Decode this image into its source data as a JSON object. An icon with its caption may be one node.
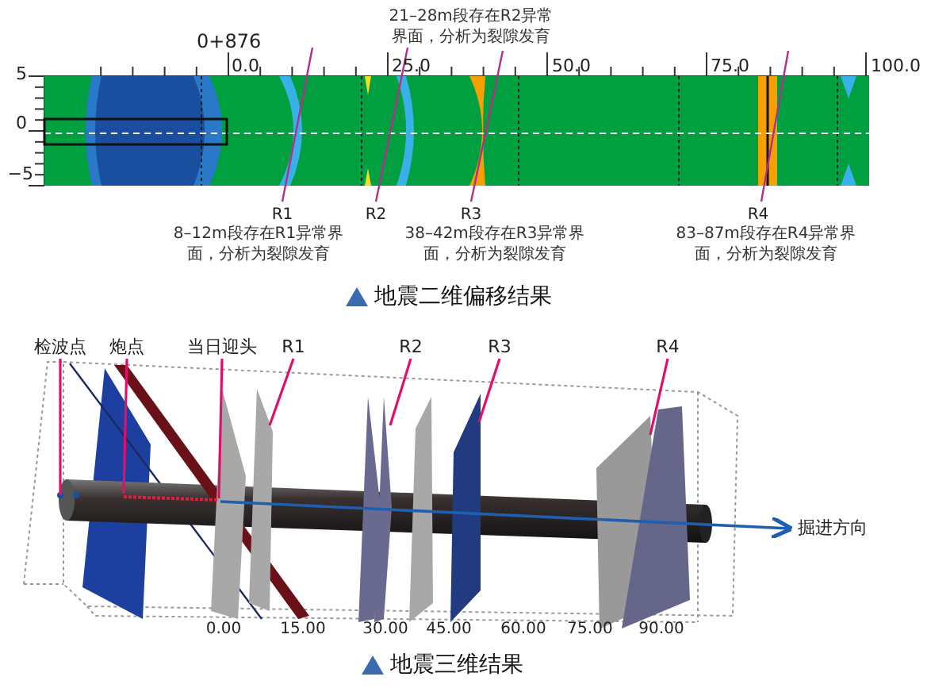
{
  "diagram": {
    "nodes": [
      {
        "text": [
          "检波点"
        ]
      },
      {
        "text": [
          "炮点"
        ]
      },
      {
        "text": [
          "当日迎头"
        ]
      },
      {
        "text": [
          "R1"
        ]
      },
      {
        "text": [
          "R2"
        ]
      },
      {
        "text": [
          "R3"
        ]
      },
      {
        "text": [
          "R4"
        ]
      },
      {
        "text": [
          "掘进方向"
        ]
      }
    ],
    "edges": [
      {
        "from": 0,
        "to": null,
        "arrow": "none"
      },
      {
        "from": 1,
        "to": null,
        "arrow": "none"
      },
      {
        "from": 2,
        "to": null,
        "arrow": "none"
      },
      {
        "from": 3,
        "to": null,
        "arrow": "none"
      },
      {
        "from": 4,
        "to": null,
        "arrow": "none"
      },
      {
        "from": 5,
        "to": null,
        "arrow": "none"
      },
      {
        "from": 6,
        "to": null,
        "arrow": "none"
      },
      {
        "from": null,
        "to": 7,
        "arrow": "to",
        "color": "#1f5fb0"
      }
    ],
    "labels": [
      "21–28m段存在R2异常界面，分析为裂隙发育",
      "0+876",
      "0.0",
      "25.0",
      "50.0",
      "75.0",
      "100.0",
      "5",
      "0",
      "−5",
      "R1",
      "R2",
      "R3",
      "R4",
      "8–12m段存在R1异常界面，分析为裂隙发育",
      "38–42m段存在R3异常界面，分析为裂隙发育",
      "83–87m段存在R4异常界面，分析为裂隙发育",
      "地震二维偏移结果",
      "0.00",
      "15.00",
      "30.00",
      "45.00",
      "60.00",
      "75.00",
      "90.00",
      "地震三维结果"
    ]
  }
}
